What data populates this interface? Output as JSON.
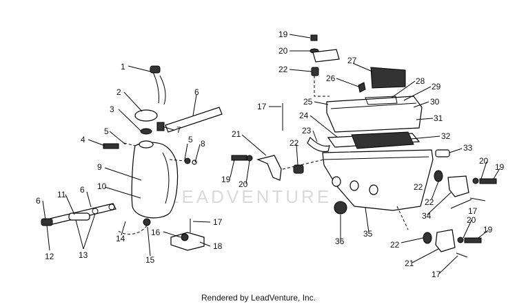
{
  "diagram": {
    "callouts": [
      "1",
      "2",
      "3",
      "4",
      "5",
      "5",
      "6",
      "6",
      "6",
      "7",
      "8",
      "9",
      "10",
      "11",
      "12",
      "13",
      "14",
      "15",
      "16",
      "17",
      "17",
      "17",
      "17",
      "18",
      "19",
      "19",
      "19",
      "19",
      "20",
      "20",
      "20",
      "20",
      "21",
      "21",
      "22",
      "22",
      "22",
      "22",
      "22",
      "23",
      "24",
      "25",
      "26",
      "27",
      "28",
      "29",
      "30",
      "31",
      "32",
      "33",
      "34",
      "35",
      "36"
    ],
    "watermark": "LEADVENTURE"
  },
  "footer": {
    "credit": "Rendered by LeadVenture, Inc."
  },
  "colors": {
    "ink": "#000000",
    "watermark": "#d9d9d9",
    "filter_dark": "#2b2b2b"
  }
}
